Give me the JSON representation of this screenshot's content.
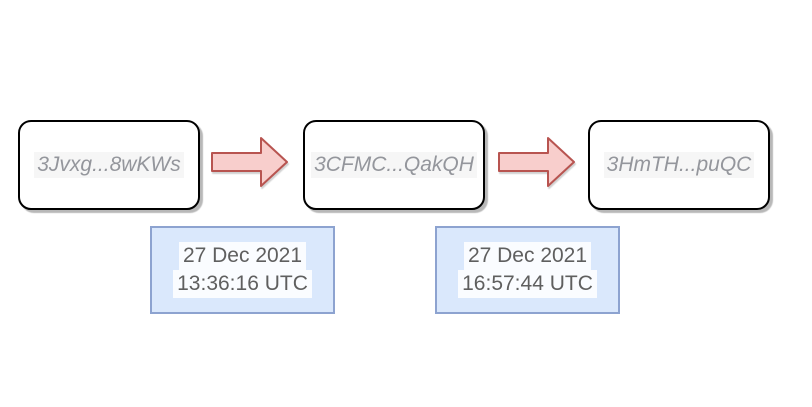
{
  "flow": {
    "nodes": [
      {
        "id": "node-1",
        "label": "3Jvxg...8wKWs"
      },
      {
        "id": "node-2",
        "label": "3CFMC...QakQH"
      },
      {
        "id": "node-3",
        "label": "3HmTH...puQC"
      }
    ],
    "arrows": [
      {
        "from": "node-1",
        "to": "node-2",
        "direction": "right"
      },
      {
        "from": "node-2",
        "to": "node-3",
        "direction": "right"
      }
    ],
    "timestamps": [
      {
        "date": "27 Dec 2021",
        "time": "13:36:16 UTC"
      },
      {
        "date": "27 Dec 2021",
        "time": "16:57:44 UTC"
      }
    ]
  },
  "colors": {
    "node_fill": "#ffffff",
    "node_stroke": "#000000",
    "node_text": "#94969c",
    "arrow_fill": "#f8cecc",
    "arrow_stroke": "#b85450",
    "ts_fill": "#dae8fc",
    "ts_stroke": "#8da3d0",
    "ts_text": "#5f5f5f"
  }
}
